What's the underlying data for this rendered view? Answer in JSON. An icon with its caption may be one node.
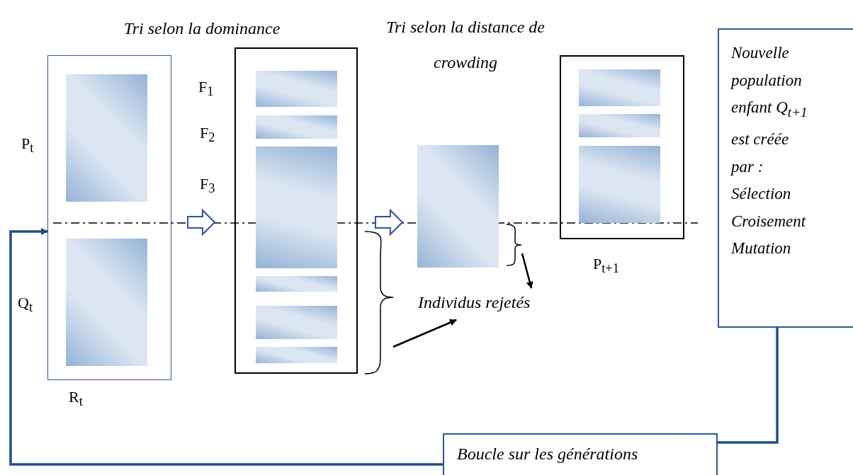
{
  "diagram": {
    "nodes": [
      {
        "text": [
          "R$_{t}$"
        ]
      },
      {
        "text": [],
        "shape": "box",
        "in": 0,
        "beside": [
          "P$_{t}$"
        ]
      },
      {
        "text": [],
        "shape": "box",
        "in": 0,
        "beside": [
          "Q$_{t}$"
        ]
      },
      {
        "text": [],
        "shape": "box"
      },
      {
        "text": [],
        "shape": "bar",
        "in": 3,
        "beside": [
          "F$_{1}$"
        ]
      },
      {
        "text": [],
        "shape": "bar",
        "in": 3,
        "beside": [
          "F$_{2}$"
        ]
      },
      {
        "text": [],
        "shape": "bar",
        "in": 3,
        "beside": [
          "F$_{3}$"
        ]
      },
      {
        "text": [],
        "shape": "bar",
        "in": 3
      },
      {
        "text": [],
        "shape": "bar",
        "in": 3
      },
      {
        "text": [],
        "shape": "bar",
        "in": 3
      },
      {
        "text": [],
        "shape": "box"
      },
      {
        "text": [
          "P$_{t+1}$"
        ]
      },
      {
        "text": [],
        "shape": "bar",
        "in": 11
      },
      {
        "text": [],
        "shape": "bar",
        "in": 11
      },
      {
        "text": [],
        "shape": "bar",
        "in": 11
      },
      {
        "text": [
          "Nouvelle population enfant Q$_{t+1}$ est créée par :",
          "Sélection",
          "Croisement",
          "Mutation"
        ]
      },
      {
        "text": [
          "Boucle sur les générations"
        ]
      },
      {
        "text": [
          "Individus rejetés"
        ]
      }
    ],
    "edges": [
      {
        "from": 0,
        "to": 3,
        "arrow": "to",
        "style": "thick",
        "color": "#2f5597"
      },
      {
        "from": 3,
        "to": 10,
        "arrow": "to",
        "style": "thick",
        "color": "#2f5597"
      },
      {
        "from": 10,
        "to": 17,
        "arrow": "to"
      },
      {
        "from": 3,
        "to": 17,
        "arrow": "to"
      },
      {
        "from": 15,
        "to": 16,
        "arrow": "none",
        "color": "#1f4e89"
      },
      {
        "from": 16,
        "to": 0,
        "arrow": "to",
        "color": "#1f4e89"
      }
    ],
    "labels": [
      "Tri selon la dominance",
      "Tri selon la distance de crowding"
    ]
  }
}
